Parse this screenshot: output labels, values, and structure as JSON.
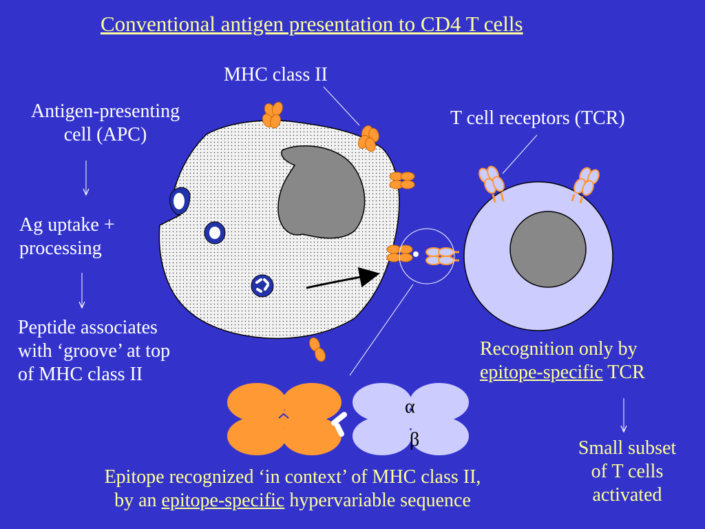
{
  "title": "Conventional antigen presentation to CD4 T cells",
  "labels": {
    "mhc_class_ii": "MHC class II",
    "apc_line1": "Antigen-presenting",
    "apc_line2": "cell (APC)",
    "uptake_line1": "Ag uptake +",
    "uptake_line2": "processing",
    "peptide_line1": "Peptide associates",
    "peptide_line2": "with ‘groove’ at top",
    "peptide_line3": "of MHC class II",
    "tcr": "T cell receptors (TCR)",
    "recognition_line1": "Recognition only by",
    "recognition_epitope": "epitope-specific",
    "recognition_tcr": " TCR",
    "subset_line1": "Small subset",
    "subset_line2": "of T cells",
    "subset_line3": "activated",
    "alpha": "α",
    "beta": "β",
    "bottom_line1": "Epitope recognized ‘in context’ of MHC class II,",
    "bottom_by_an": "by an ",
    "bottom_epitope": "epitope-specific",
    "bottom_rest": " hypervariable sequence"
  },
  "colors": {
    "background": "#3333cc",
    "title": "#ffff99",
    "text": "#ffffff",
    "mhc": "#ff9933",
    "tcr": "#ccccff",
    "t_cell": "#ccccff",
    "nucleus": "#888888",
    "apc_fill": "#eeeeee"
  }
}
